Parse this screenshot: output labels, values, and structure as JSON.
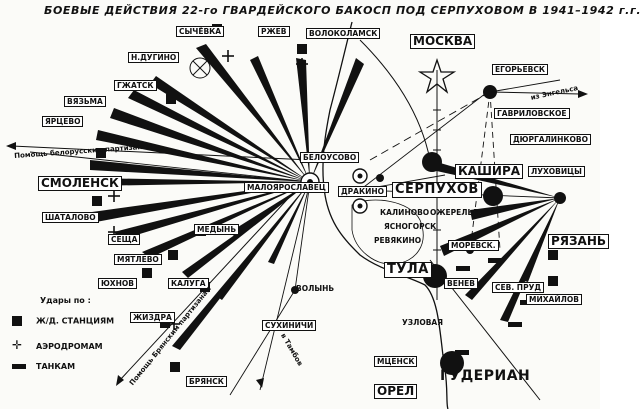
{
  "title": "БОЕВЫЕ ДЕЙСТВИЯ 22-го ГВАРДЕЙСКОГО БАКОСП ПОД СЕРПУХОВОМ В 1941–1942 г.г.",
  "places": {
    "sychevka": "СЫЧЁВКА",
    "rzhev": "РЖЕВ",
    "volokolamsk": "ВОЛОКОЛАМСК",
    "moskva": "МОСКВА",
    "n_dugino": "Н.ДУГИНО",
    "egoryevsk": "ЕГОРЬЕВСК",
    "iz_engelsa": "из Энгельса",
    "gzhatsk": "ГЖАТСК",
    "vyazma": "ВЯЗЬМА",
    "gavrilovskoe": "ГАВРИЛОВСКОЕ",
    "yartsevo": "ЯРЦЕВО",
    "durgalinkovo": "ДЮРГАЛИНКОВО",
    "belousovo": "БЕЛОУСОВО",
    "kashira": "КАШИРА",
    "lukhovitsy": "ЛУХОВИЦЫ",
    "smolensk": "СМОЛЕНСК",
    "maloyaroslavets": "МАЛОЯРОСЛАВЕЦ",
    "drakino": "ДРАКИНО",
    "serpukhov": "СЕРПУХОВ",
    "kalinovo": "КАЛИНОВО",
    "ozherelye": "ОЖЕРЕЛЬЕ",
    "shatalovo": "ШАТАЛОВО",
    "yasnogorsk": "ЯСНОГОРСК",
    "revyakino": "РЕВЯКИНО",
    "medyn": "МЕДЫНЬ",
    "sescha": "СЕЩА",
    "moreskaya": "МОРЕВСК.",
    "ryazan": "РЯЗАНЬ",
    "myatlevo": "МЯТЛЕВО",
    "tula": "ТУЛА",
    "venev": "ВЕНЕВ",
    "yukhnov": "ЮХНОВ",
    "kaluga": "КАЛУГА",
    "volynya": "ВОЛЫНЬ",
    "sevprud": "СЕВ. ПРУД",
    "mikhailov": "МИХАЙЛОВ",
    "uzlovaya": "УЗЛОВАЯ",
    "zhizdra": "ЖИЗДРА",
    "sukhinichi": "СУХИНИЧИ",
    "mtsensk": "МЦЕНСК",
    "bryansk": "БРЯНСК",
    "orel": "ОРЕЛ",
    "guderian": "ГУДЕРИАН"
  },
  "annotations": {
    "help_belarus": "Помощь белорусским партизанам",
    "help_bryansk": "Помощь Брянским партизанам",
    "to_tambov": "в Тамбов"
  },
  "legend": {
    "title": "Удары по :",
    "items": [
      {
        "label": "Ж/Д. СТАНЦИЯМ",
        "icon": "railway-station-square"
      },
      {
        "label": "АЭРОДРОМАМ",
        "icon": "airfield-cross"
      },
      {
        "label": "ТАНКАМ",
        "icon": "tank-symbol"
      }
    ]
  },
  "colors": {
    "ink": "#111111",
    "paper": "#fbfbf8"
  }
}
